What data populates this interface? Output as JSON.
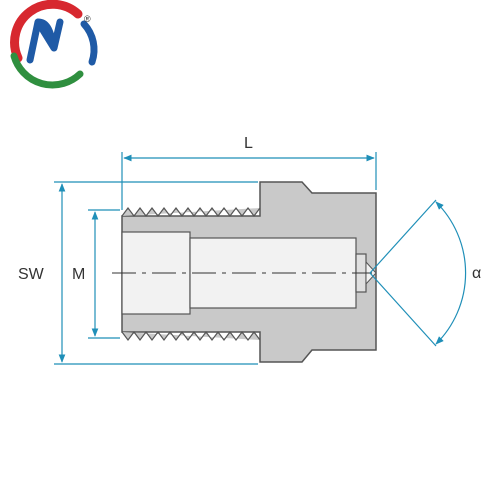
{
  "logo": {
    "letter": "N",
    "registered_mark": "®",
    "colors": {
      "red": "#d7282f",
      "green": "#2f8f3f",
      "blue": "#1f5aa6"
    }
  },
  "diagram": {
    "labels": {
      "length": "L",
      "hex_size": "SW",
      "thread": "M",
      "spray_angle": "α"
    },
    "colors": {
      "body_fill": "#c9c9c9",
      "bore_fill": "#f2f2f2",
      "outline": "#555555",
      "dimension": "#1f8fb8"
    }
  }
}
